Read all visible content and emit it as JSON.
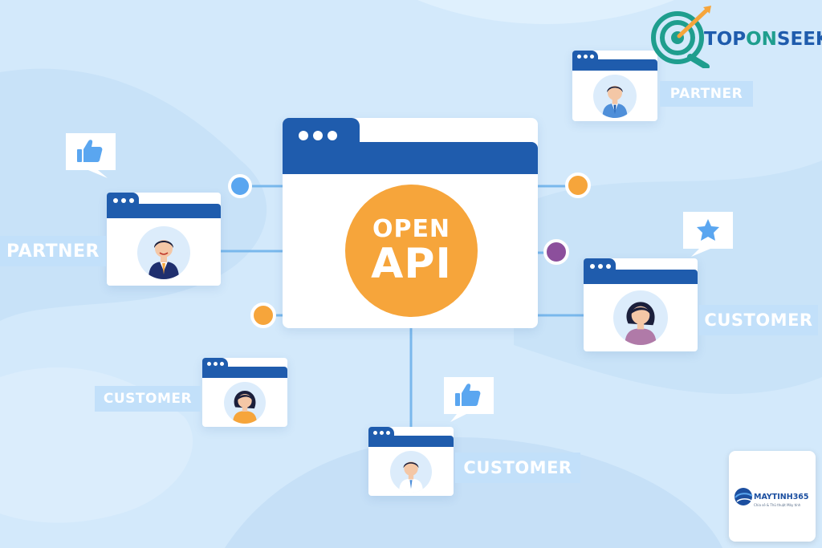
{
  "center": {
    "line1": "OPEN",
    "line2": "API"
  },
  "nodes": [
    {
      "label": "PARTNER"
    },
    {
      "label": "PARTNER"
    },
    {
      "label": "CUSTOMER"
    },
    {
      "label": "CUSTOMER"
    },
    {
      "label": "CUSTOMER"
    }
  ],
  "brand": {
    "name": "TOPONSEEK",
    "name_top": "TOP",
    "name_on": "ON",
    "name_seek": "SEEK"
  },
  "watermark": {
    "name": "MAYTINH365",
    "tagline": "Chia sẻ & Thủ thuật Máy tính"
  },
  "colors": {
    "primary_blue": "#1f5cad",
    "accent_orange": "#f6a53b",
    "dot_blue": "#5aa6f0",
    "dot_purple": "#8c4f9c",
    "brand_teal": "#1f9e8e"
  }
}
